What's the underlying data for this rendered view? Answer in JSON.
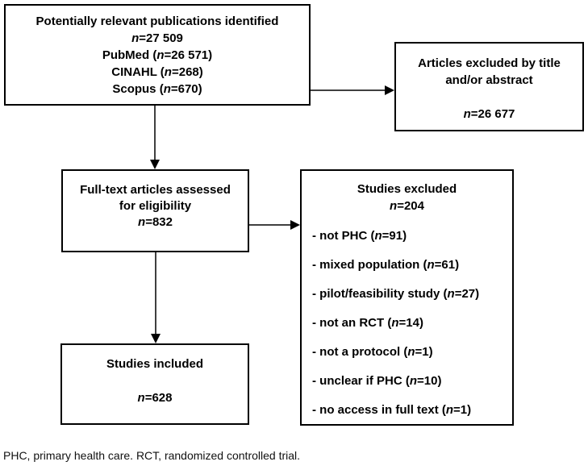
{
  "n_char": "n",
  "boxes": {
    "identified": {
      "title": "Potentially relevant publications identified",
      "total": {
        "pre": "",
        "post": "=27 509"
      },
      "sources": [
        {
          "pre": "PubMed (",
          "post": "=26 571)"
        },
        {
          "pre": "CINAHL (",
          "post": "=268)"
        },
        {
          "pre": "Scopus (",
          "post": "=670)"
        }
      ]
    },
    "excluded_title_abstract": {
      "title_line1": "Articles excluded by title",
      "title_line2": "and/or abstract",
      "total": {
        "pre": "",
        "post": "=26 677"
      }
    },
    "fulltext_assessed": {
      "title_line1": "Full-text articles assessed",
      "title_line2": "for eligibility",
      "total": {
        "pre": "",
        "post": "=832"
      }
    },
    "studies_excluded": {
      "title": "Studies excluded",
      "total": {
        "pre": "",
        "post": "=204"
      },
      "reasons": [
        {
          "pre": "- not PHC (",
          "post": "=91)"
        },
        {
          "pre": "- mixed population (",
          "post": "=61)"
        },
        {
          "pre": "- pilot/feasibility study (",
          "post": "=27)"
        },
        {
          "pre": "- not an RCT (",
          "post": "=14)"
        },
        {
          "pre": "- not a protocol (",
          "post": "=1)"
        },
        {
          "pre": "- unclear if PHC (",
          "post": "=10)"
        },
        {
          "pre": "- no access in full text (",
          "post": "=1)"
        }
      ]
    },
    "studies_included": {
      "title": "Studies included",
      "total": {
        "pre": "",
        "post": "=628"
      }
    }
  },
  "footnote": "PHC, primary health care. RCT, randomized controlled trial.",
  "colors": {
    "border": "#000000",
    "background": "#ffffff",
    "text": "#000000"
  }
}
